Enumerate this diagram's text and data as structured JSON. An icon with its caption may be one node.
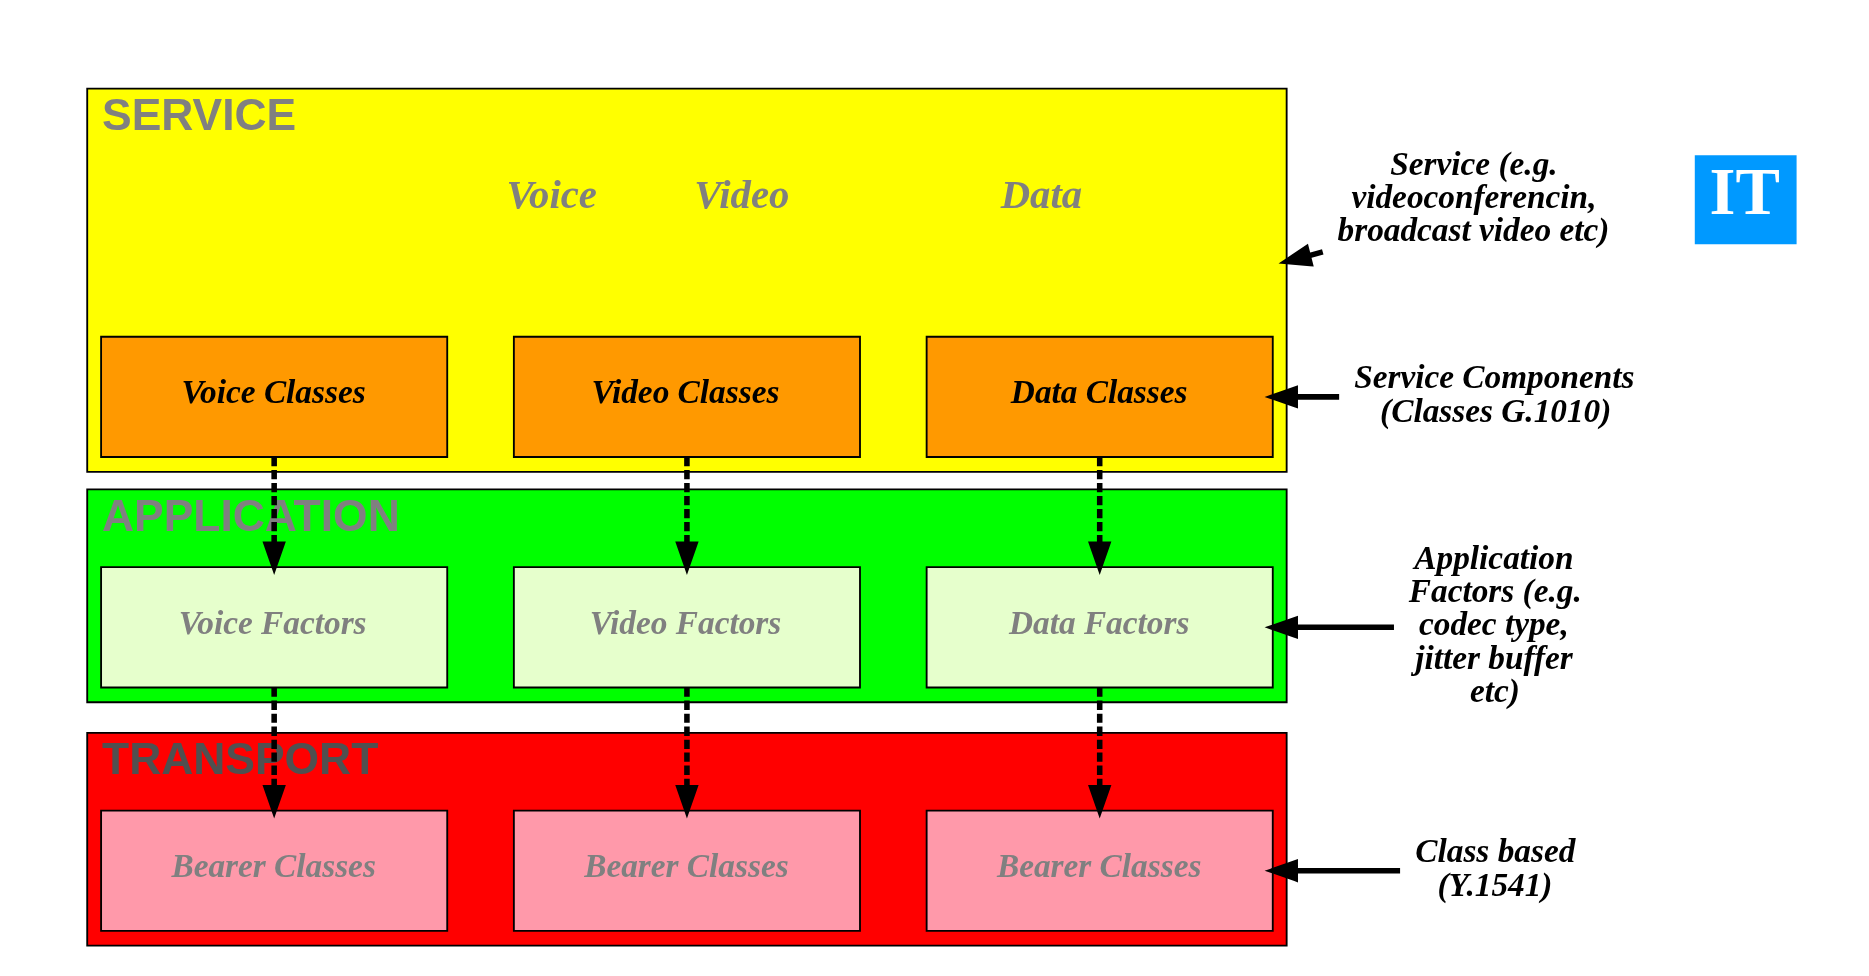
{
  "diagram": {
    "nodes": [
      {
        "text": [
          "SERVICE"
        ]
      },
      {
        "text": [
          "Voice Classes"
        ],
        "in": 0
      },
      {
        "text": [
          "Video Classes"
        ],
        "in": 0
      },
      {
        "text": [
          "Data Classes"
        ],
        "in": 0
      },
      {
        "text": [
          "APPLICATION"
        ]
      },
      {
        "text": [
          "Voice Factors"
        ],
        "in": 4
      },
      {
        "text": [
          "Video Factors"
        ],
        "in": 4
      },
      {
        "text": [
          "Data Factors"
        ],
        "in": 4
      },
      {
        "text": [
          "TRANSPORT"
        ]
      },
      {
        "text": [
          "Bearer Classes"
        ],
        "in": 8
      },
      {
        "text": [
          "Bearer Classes"
        ],
        "in": 8
      },
      {
        "text": [
          "Bearer Classes"
        ],
        "in": 8
      },
      {
        "text": [
          "Service (e.g. videoconferencin, broadcast video etc)"
        ]
      },
      {
        "text": [
          "Service Components (Classes G.1010)"
        ]
      },
      {
        "text": [
          "Application Factors (e.g. codec type, jitter buffer etc)"
        ]
      },
      {
        "text": [
          "Class based (Y.1541)"
        ]
      }
    ],
    "edges": [
      {
        "from": 1,
        "to": 5,
        "arrow": "to",
        "style": "dashed"
      },
      {
        "from": 2,
        "to": 6,
        "arrow": "to",
        "style": "dashed"
      },
      {
        "from": 3,
        "to": 7,
        "arrow": "to",
        "style": "dashed"
      },
      {
        "from": 5,
        "to": 9,
        "arrow": "to",
        "style": "dashed"
      },
      {
        "from": 6,
        "to": 10,
        "arrow": "to",
        "style": "dashed"
      },
      {
        "from": 7,
        "to": 11,
        "arrow": "to",
        "style": "dashed"
      },
      {
        "from": 12,
        "to": 0,
        "arrow": "to"
      },
      {
        "from": 13,
        "to": 3,
        "arrow": "to"
      },
      {
        "from": 14,
        "to": 7,
        "arrow": "to"
      },
      {
        "from": 15,
        "to": 11,
        "arrow": "to"
      }
    ],
    "labels": [
      "IT",
      "Voice",
      "Video",
      "Data"
    ]
  }
}
